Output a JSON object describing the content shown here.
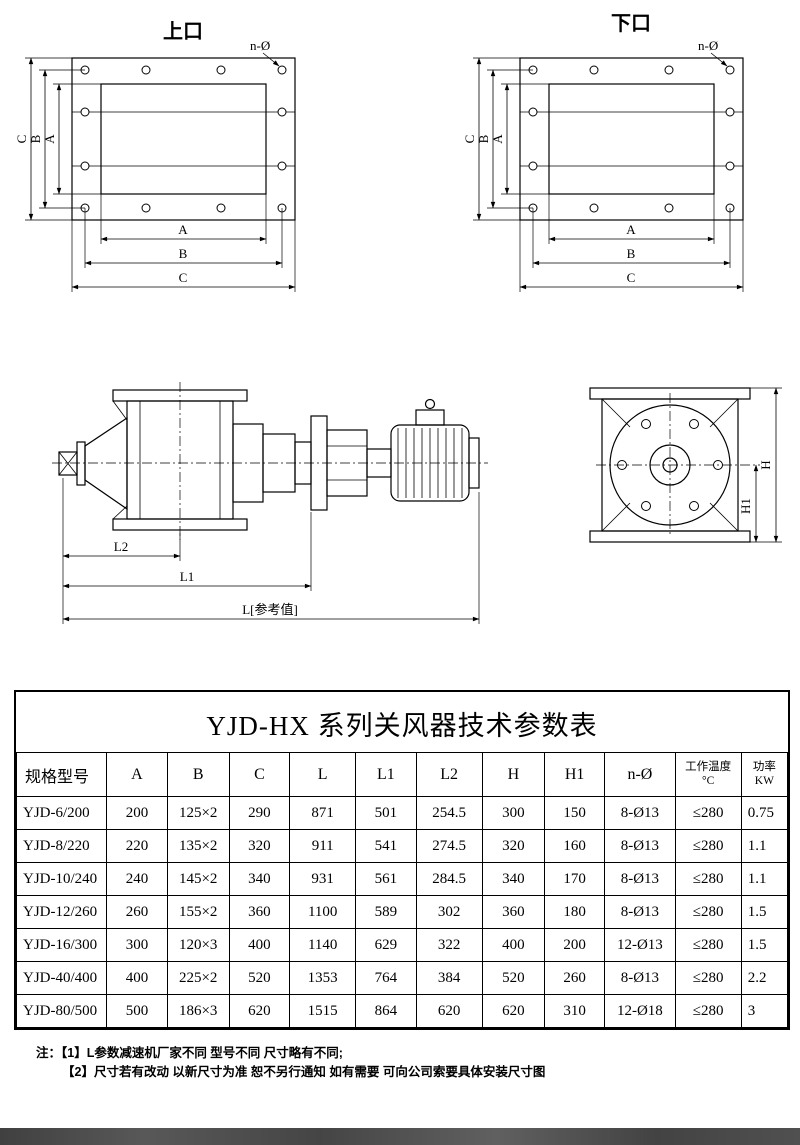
{
  "drawings": {
    "flange_dims": [
      "A",
      "B",
      "C"
    ],
    "top_left": {
      "title": "上口",
      "hole_label": "n-Ø"
    },
    "top_right": {
      "title": "下口",
      "hole_label": "n-Ø"
    },
    "side_view": {
      "dims": [
        "L2",
        "L1",
        "L[参考值]"
      ]
    },
    "end_view": {
      "dims": [
        "H",
        "H1"
      ]
    }
  },
  "table": {
    "title": "YJD-HX 系列关风器技术参数表",
    "columns": [
      "规格型号",
      "A",
      "B",
      "C",
      "L",
      "L1",
      "L2",
      "H",
      "H1",
      "n-Ø"
    ],
    "temp_header": {
      "top": "工作温度",
      "bottom": "°C"
    },
    "power_header": {
      "top": "功率",
      "bottom": "KW"
    },
    "rows": [
      [
        "YJD-6/200",
        "200",
        "125×2",
        "290",
        "871",
        "501",
        "254.5",
        "300",
        "150",
        "8-Ø13",
        "≤280",
        "0.75"
      ],
      [
        "YJD-8/220",
        "220",
        "135×2",
        "320",
        "911",
        "541",
        "274.5",
        "320",
        "160",
        "8-Ø13",
        "≤280",
        "1.1"
      ],
      [
        "YJD-10/240",
        "240",
        "145×2",
        "340",
        "931",
        "561",
        "284.5",
        "340",
        "170",
        "8-Ø13",
        "≤280",
        "1.1"
      ],
      [
        "YJD-12/260",
        "260",
        "155×2",
        "360",
        "1100",
        "589",
        "302",
        "360",
        "180",
        "8-Ø13",
        "≤280",
        "1.5"
      ],
      [
        "YJD-16/300",
        "300",
        "120×3",
        "400",
        "1140",
        "629",
        "322",
        "400",
        "200",
        "12-Ø13",
        "≤280",
        "1.5"
      ],
      [
        "YJD-40/400",
        "400",
        "225×2",
        "520",
        "1353",
        "764",
        "384",
        "520",
        "260",
        "8-Ø13",
        "≤280",
        "2.2"
      ],
      [
        "YJD-80/500",
        "500",
        "186×3",
        "620",
        "1515",
        "864",
        "620",
        "620",
        "310",
        "12-Ø18",
        "≤280",
        "3"
      ]
    ]
  },
  "notes": {
    "lines": [
      "注：【1】L参数减速机厂家不同 型号不同 尺寸略有不同;",
      "【2】尺寸若有改动 以新尺寸为准 恕不另行通知 如有需要 可向公司索要具体安装尺寸图"
    ]
  },
  "colors": {
    "line": "#000000",
    "background": "#ffffff",
    "footer_bar": "#4a4a4a"
  }
}
